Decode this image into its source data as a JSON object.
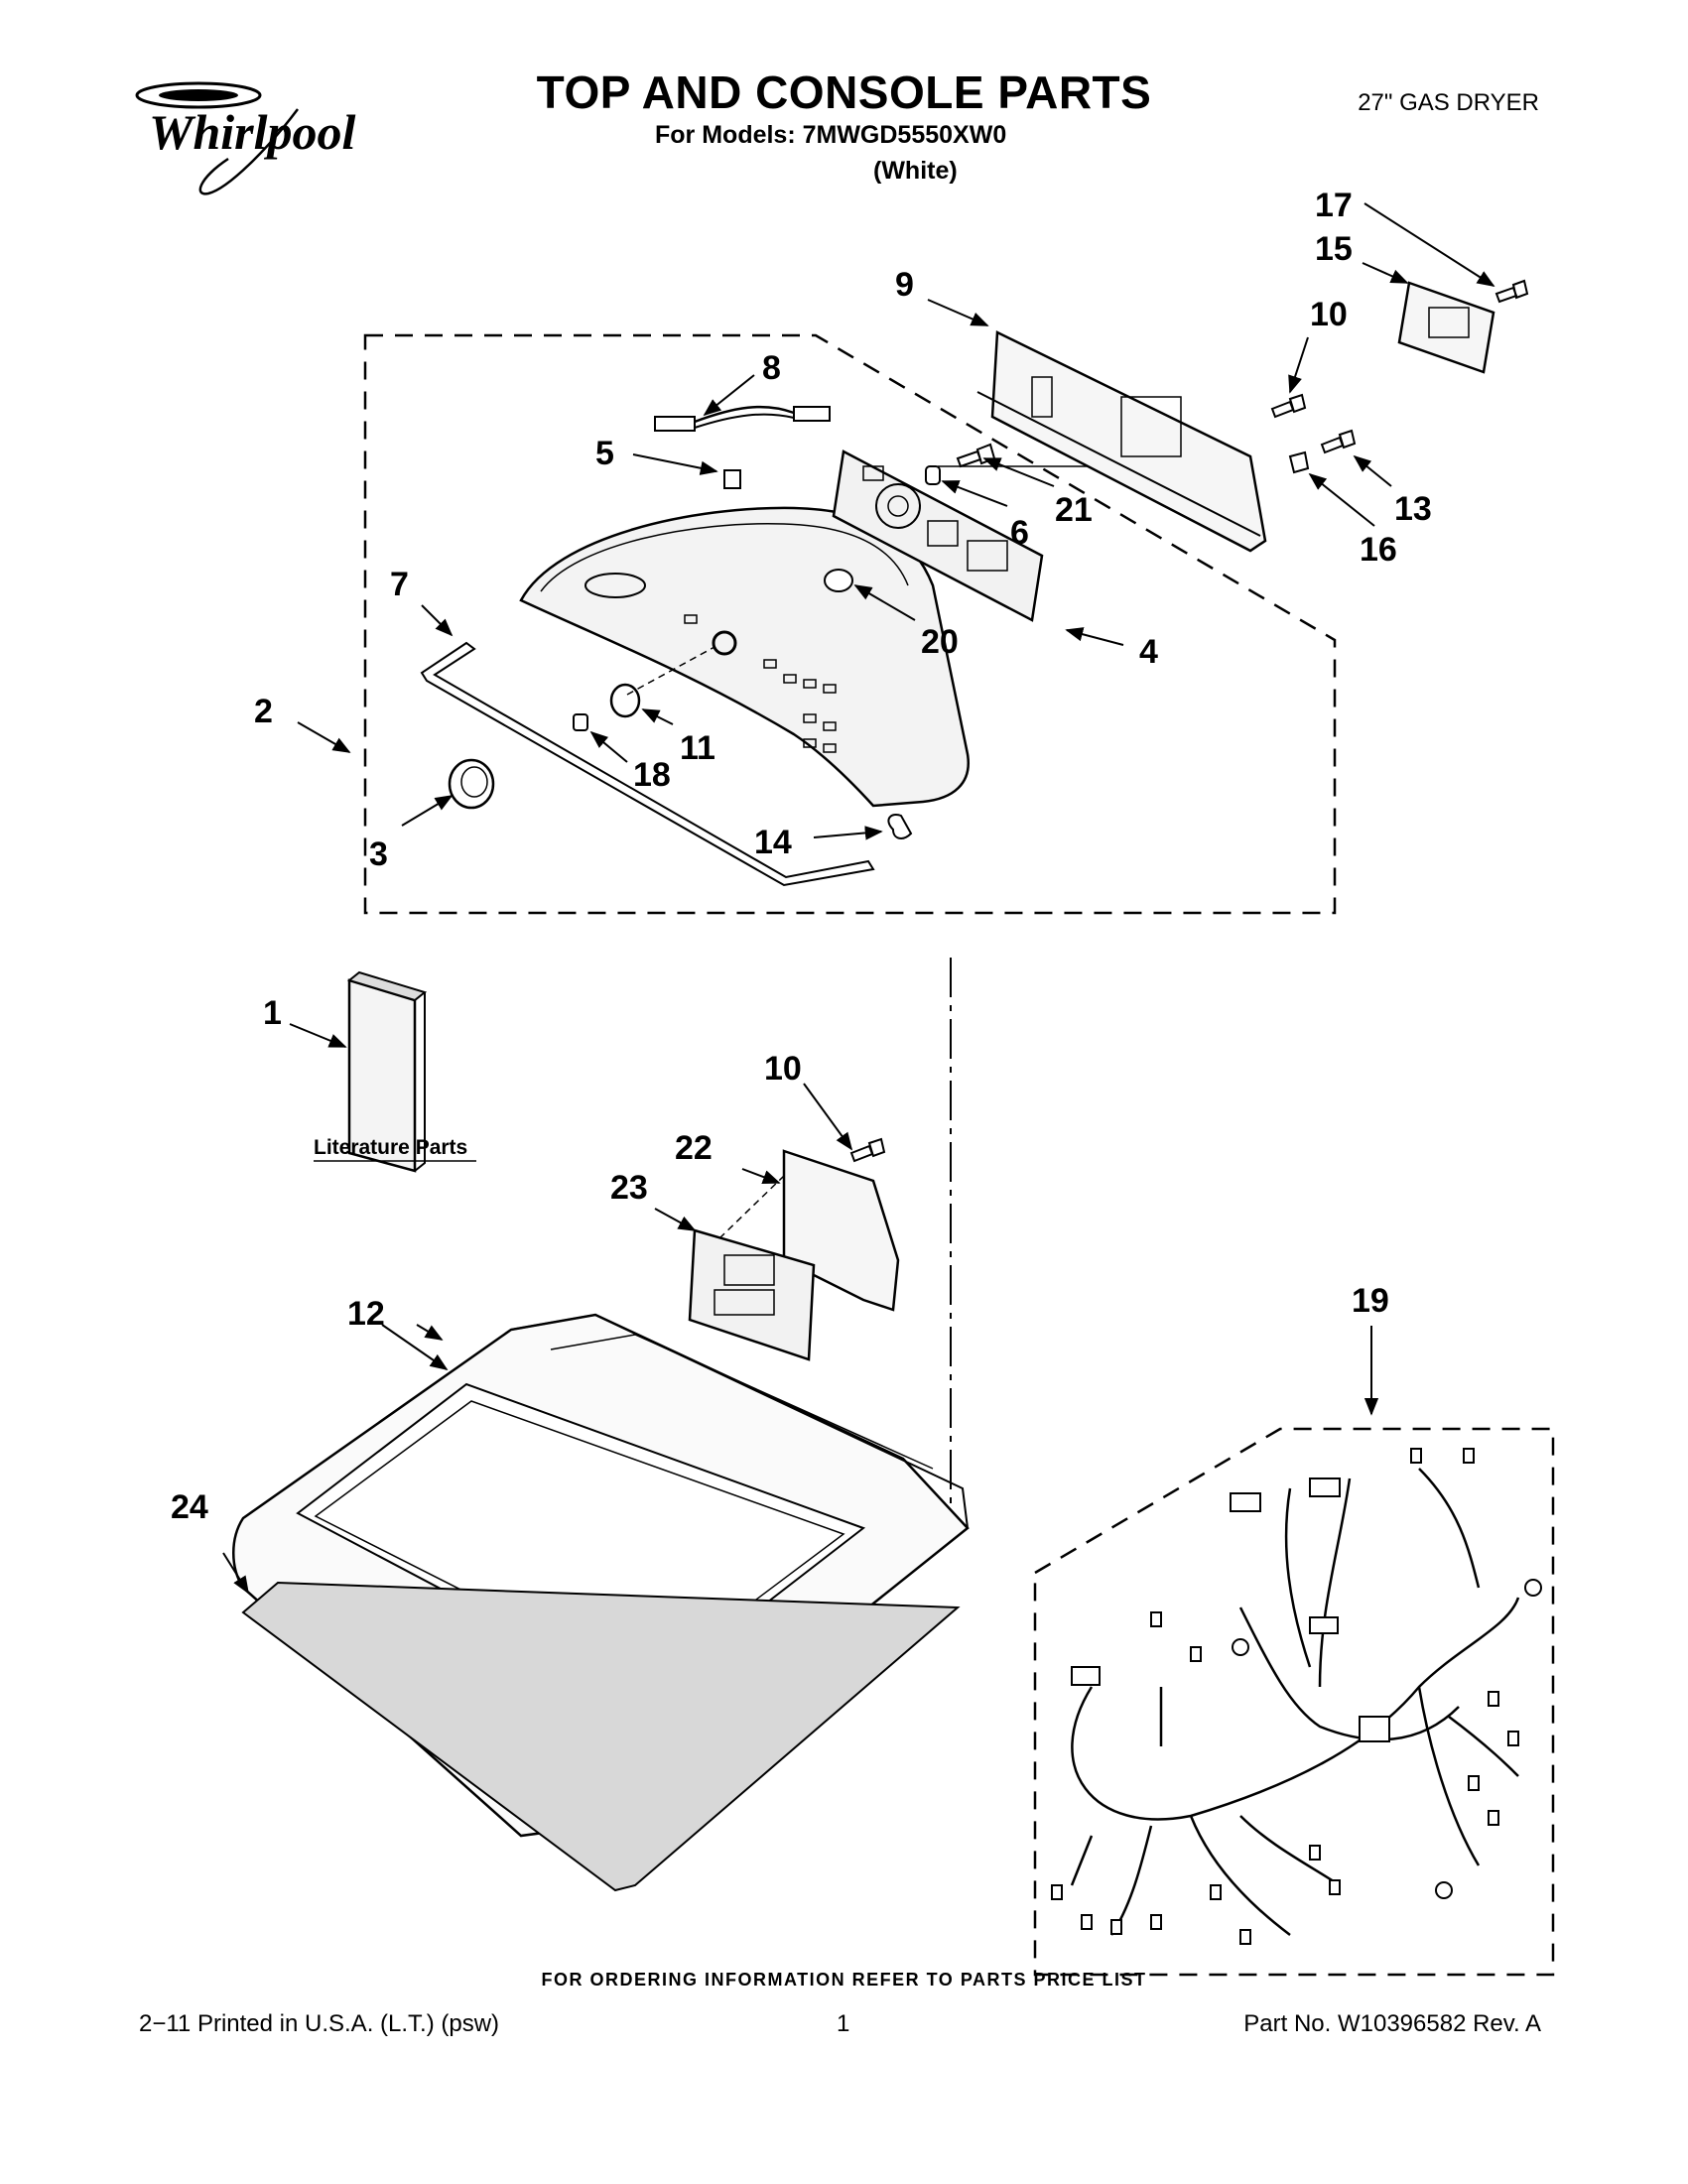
{
  "header": {
    "brand": "Whirlpool",
    "title": "TOP AND CONSOLE PARTS",
    "subtitle": "For Models: 7MWGD5550XW0",
    "variant": "(White)",
    "product": "27\" GAS DRYER"
  },
  "literature_label": "Literature Parts",
  "callouts": {
    "c1": "1",
    "c2": "2",
    "c3": "3",
    "c4": "4",
    "c5": "5",
    "c6": "6",
    "c7": "7",
    "c8": "8",
    "c9": "9",
    "c10a": "10",
    "c10b": "10",
    "c11": "11",
    "c12": "12",
    "c13": "13",
    "c14": "14",
    "c15": "15",
    "c16": "16",
    "c17": "17",
    "c18": "18",
    "c19": "19",
    "c20": "20",
    "c21": "21",
    "c22": "22",
    "c23": "23",
    "c24": "24"
  },
  "footer": {
    "note": "FOR ORDERING INFORMATION REFER TO PARTS PRICE LIST",
    "left": "2−11 Printed in U.S.A. (L.T.) (psw)",
    "page": "1",
    "part_no": "Part No. W10396582 Rev. A"
  },
  "colors": {
    "ink": "#000000",
    "paper": "#ffffff",
    "shade": "#d8d8d8"
  }
}
